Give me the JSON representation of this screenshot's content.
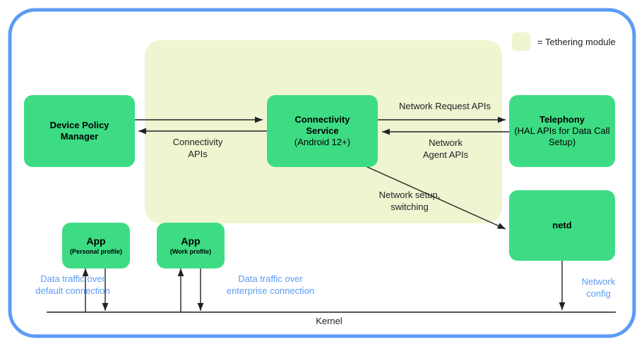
{
  "diagram": {
    "title": "Android enterprise connectivity architecture",
    "colors": {
      "outer_border": "#5b9bf5",
      "node_fill": "#3ddc84",
      "tethering_fill": "#eef5d0",
      "arrow": "#202124",
      "blue_label": "#5b9bf5"
    },
    "legend": {
      "swatch_color": "#eef5d0",
      "label": "= Tethering module"
    },
    "nodes": [
      {
        "id": "device-policy-manager",
        "title": "Device Policy",
        "title2": "Manager",
        "sub": ""
      },
      {
        "id": "connectivity-service",
        "title": "Connectivity",
        "title2": "Service",
        "sub": "(Android 12+)"
      },
      {
        "id": "telephony",
        "title": "Telephony",
        "title2": "",
        "sub": "(HAL APIs for Data Call Setup)"
      },
      {
        "id": "netd",
        "title": "netd",
        "title2": "",
        "sub": ""
      },
      {
        "id": "app-personal",
        "title": "App",
        "title2": "",
        "sub": "(Personal profile)"
      },
      {
        "id": "app-work",
        "title": "App",
        "title2": "",
        "sub": "(Work profile)"
      }
    ],
    "edge_labels": [
      {
        "id": "connectivity-apis",
        "text": "Connectivity\nAPIs",
        "color": "#202124"
      },
      {
        "id": "network-request-apis",
        "text": "Network Request APIs",
        "color": "#202124"
      },
      {
        "id": "network-agent-apis",
        "text": "Network\nAgent APIs",
        "color": "#202124"
      },
      {
        "id": "network-setup-switching",
        "text": "Network setup,\nswitching",
        "color": "#202124"
      },
      {
        "id": "data-traffic-default",
        "text": "Data traffic over\ndefault connection",
        "color": "#5b9bf5"
      },
      {
        "id": "data-traffic-enterprise",
        "text": "Data traffic over\nenterprise connection",
        "color": "#5b9bf5"
      },
      {
        "id": "network-config",
        "text": "Network\nconfig",
        "color": "#5b9bf5"
      }
    ],
    "kernel": {
      "label": "Kernel"
    }
  }
}
